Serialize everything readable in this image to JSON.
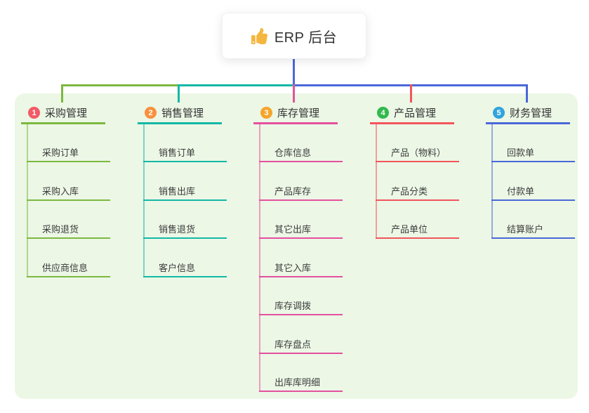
{
  "root": {
    "title": "ERP 后台",
    "icon": "thumbs-up-icon",
    "stem_color": "#4a68d8"
  },
  "panel": {
    "background": "#ecf7e6"
  },
  "branches": [
    {
      "num": "1",
      "label": "采购管理",
      "badge_color": "#f25b66",
      "line_color": "#7cb93f",
      "children": [
        "采购订单",
        "采购入库",
        "采购退货",
        "供应商信息"
      ]
    },
    {
      "num": "2",
      "label": "销售管理",
      "badge_color": "#f7913d",
      "line_color": "#14b8a6",
      "children": [
        "销售订单",
        "销售出库",
        "销售退货",
        "客户信息"
      ]
    },
    {
      "num": "3",
      "label": "库存管理",
      "badge_color": "#f6a52b",
      "line_color": "#e4519e",
      "children": [
        "仓库信息",
        "产品库存",
        "其它出库",
        "其它入库",
        "库存调拨",
        "库存盘点",
        "出库库明细"
      ]
    },
    {
      "num": "4",
      "label": "产品管理",
      "badge_color": "#33b94e",
      "line_color": "#f2555c",
      "children": [
        "产品（物料）",
        "产品分类",
        "产品单位"
      ]
    },
    {
      "num": "5",
      "label": "财务管理",
      "badge_color": "#31a4dc",
      "line_color": "#4a68d8",
      "children": [
        "回款单",
        "付款单",
        "结算账户"
      ]
    }
  ]
}
